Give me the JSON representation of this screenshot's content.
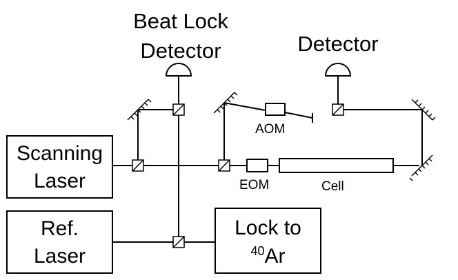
{
  "labels": {
    "beat_lock_detector_1": "Beat Lock",
    "beat_lock_detector_2": "Detector",
    "detector": "Detector",
    "scanning_laser_1": "Scanning",
    "scanning_laser_2": "Laser",
    "ref_laser_1": "Ref.",
    "ref_laser_2": "Laser",
    "lock_to": "Lock to",
    "argon_isotope": "40",
    "argon_symbol": "Ar",
    "aom": "AOM",
    "eom": "EOM",
    "cell": "Cell"
  },
  "colors": {
    "line": "#000000",
    "background": "#ffffff"
  }
}
